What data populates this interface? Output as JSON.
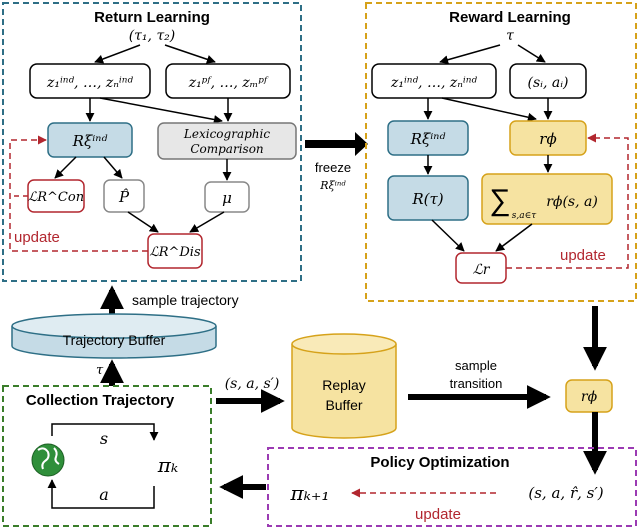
{
  "return_learning": {
    "title": "Return Learning",
    "input_pair": "(τ₁, τ₂)",
    "z_ind": "z₁ⁱⁿᵈ, …, zₙⁱⁿᵈ",
    "z_pf": "z₁ᵖᶠ, …, zₘᵖᶠ",
    "r_xi_ind": "Rξⁱⁿᵈ",
    "lexico_line1": "Lexicographic",
    "lexico_line2": "Comparison",
    "loss_con": "ℒR^Con",
    "p_hat": "P̂",
    "mu": "μ",
    "loss_dis": "ℒR^Dis",
    "update": "update"
  },
  "freeze": {
    "label": "freeze",
    "sub": "Rξⁱⁿᵈ"
  },
  "reward_learning": {
    "title": "Reward Learning",
    "tau": "τ",
    "z_ind": "z₁ⁱⁿᵈ, …, zₙⁱⁿᵈ",
    "sa": "(sᵢ, aᵢ)",
    "r_xi_ind": "Rξⁱⁿᵈ",
    "r_phi": "rϕ",
    "r_tau": "R(τ)",
    "sum_sym": "∑",
    "sum_sub": "s,a∈τ",
    "sum_expr": "rϕ(s, a)",
    "loss_r": "ℒr",
    "update": "update"
  },
  "middle": {
    "sample_trajectory": "sample trajectory",
    "trajectory_buffer": "Trajectory Buffer",
    "tau": "τ",
    "sas": "(s, a, s′)",
    "replay_line1": "Replay",
    "replay_line2": "Buffer",
    "sample_line1": "sample",
    "sample_line2": "transition",
    "r_phi": "rϕ"
  },
  "collection": {
    "title": "Collection Trajectory",
    "s": "s",
    "a": "a",
    "pi_k": "πₖ"
  },
  "policy": {
    "title": "Policy Optimization",
    "pi_k1": "πₖ₊₁",
    "tuple": "(s, a, r̂, s′)",
    "update": "update"
  },
  "colors": {
    "teal_border": "#2e6f86",
    "gold_border": "#d6a21a",
    "green_border": "#3a7d2a",
    "purple_border": "#9b3bb3",
    "blue_fill": "#c5dbe6",
    "gold_fill": "#f6e3a1",
    "update_red": "#b2272f"
  }
}
